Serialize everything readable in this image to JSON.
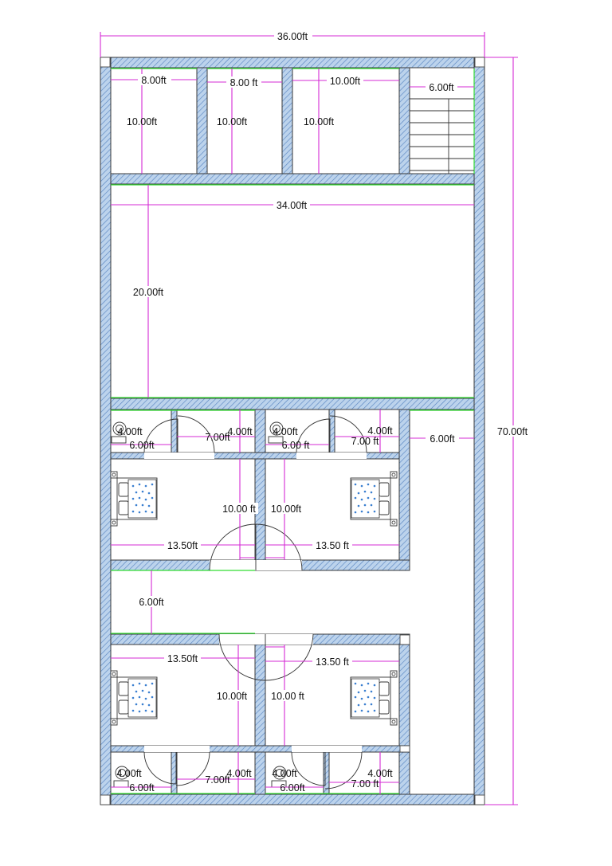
{
  "plan": {
    "overall_width": "36.00ft",
    "overall_length": "70.00ft",
    "top_rooms": [
      {
        "width": "8.00ft",
        "length": "10.00ft"
      },
      {
        "width": "8.00 ft",
        "length": "10.00ft"
      },
      {
        "width": "10.00ft",
        "length": "10.00ft"
      }
    ],
    "stair_width": "6.00ft",
    "hall": {
      "width": "34.00ft",
      "length": "20.00ft"
    },
    "passage_right": "6.00ft",
    "passage_left": "6.00ft",
    "upper_left_unit": {
      "toilet_width": "4.00ft",
      "toilet_depth": "6.00ft",
      "bath_width": "7.00ft",
      "bath_depth": "4.00ft",
      "bedroom_width": "13.50ft",
      "bedroom_length": "10.00 ft"
    },
    "upper_right_unit": {
      "toilet_width": "4.00ft",
      "toilet_depth": "6.00 ft",
      "bath_width": "7.00 ft",
      "bath_depth": "4.00ft",
      "bedroom_width": "13.50 ft",
      "bedroom_length": "10.00ft"
    },
    "lower_left_unit": {
      "bedroom_width": "13.50ft",
      "bedroom_length": "10.00ft",
      "toilet_width": "4.00ft",
      "toilet_depth": "6.00ft",
      "bath_width": "7.00ft",
      "bath_depth": "4.00ft"
    },
    "lower_right_unit": {
      "bedroom_width": "13.50 ft",
      "bedroom_length": "10.00 ft",
      "toilet_width": "4.00ft",
      "toilet_depth": "6.00ft",
      "bath_width": "7.00 ft",
      "bath_depth": "4.00ft"
    },
    "colors": {
      "wall_fill": "#bcd3ec",
      "wall_hatch": "#5a86c2",
      "dimension_line": "#d42bd4",
      "room_edge": "#33dd33",
      "bed_dots": "#3a7fd0"
    }
  }
}
